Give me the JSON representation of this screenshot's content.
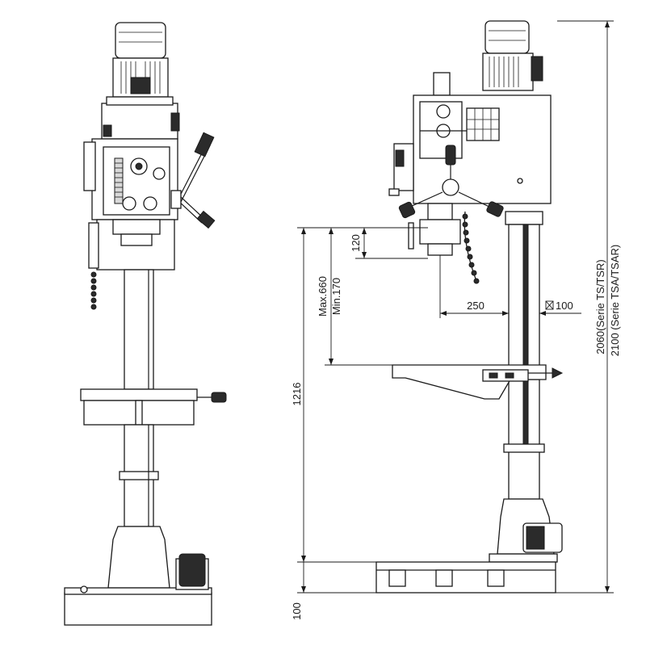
{
  "dimensions": {
    "d120": "120",
    "max_stroke": "Max.660",
    "min_stroke": "Min.170",
    "d250": "250",
    "column_diameter": "100",
    "d1216": "1216",
    "d100_base": "100",
    "height_ts": "2060(Serie TS/TSR)",
    "height_tsa": "2100 (Serie TSA/TSAR)"
  },
  "symbols": {
    "square_symbol": "square-section-icon"
  },
  "colors": {
    "line": "#1a1a1a",
    "background": "#ffffff"
  }
}
